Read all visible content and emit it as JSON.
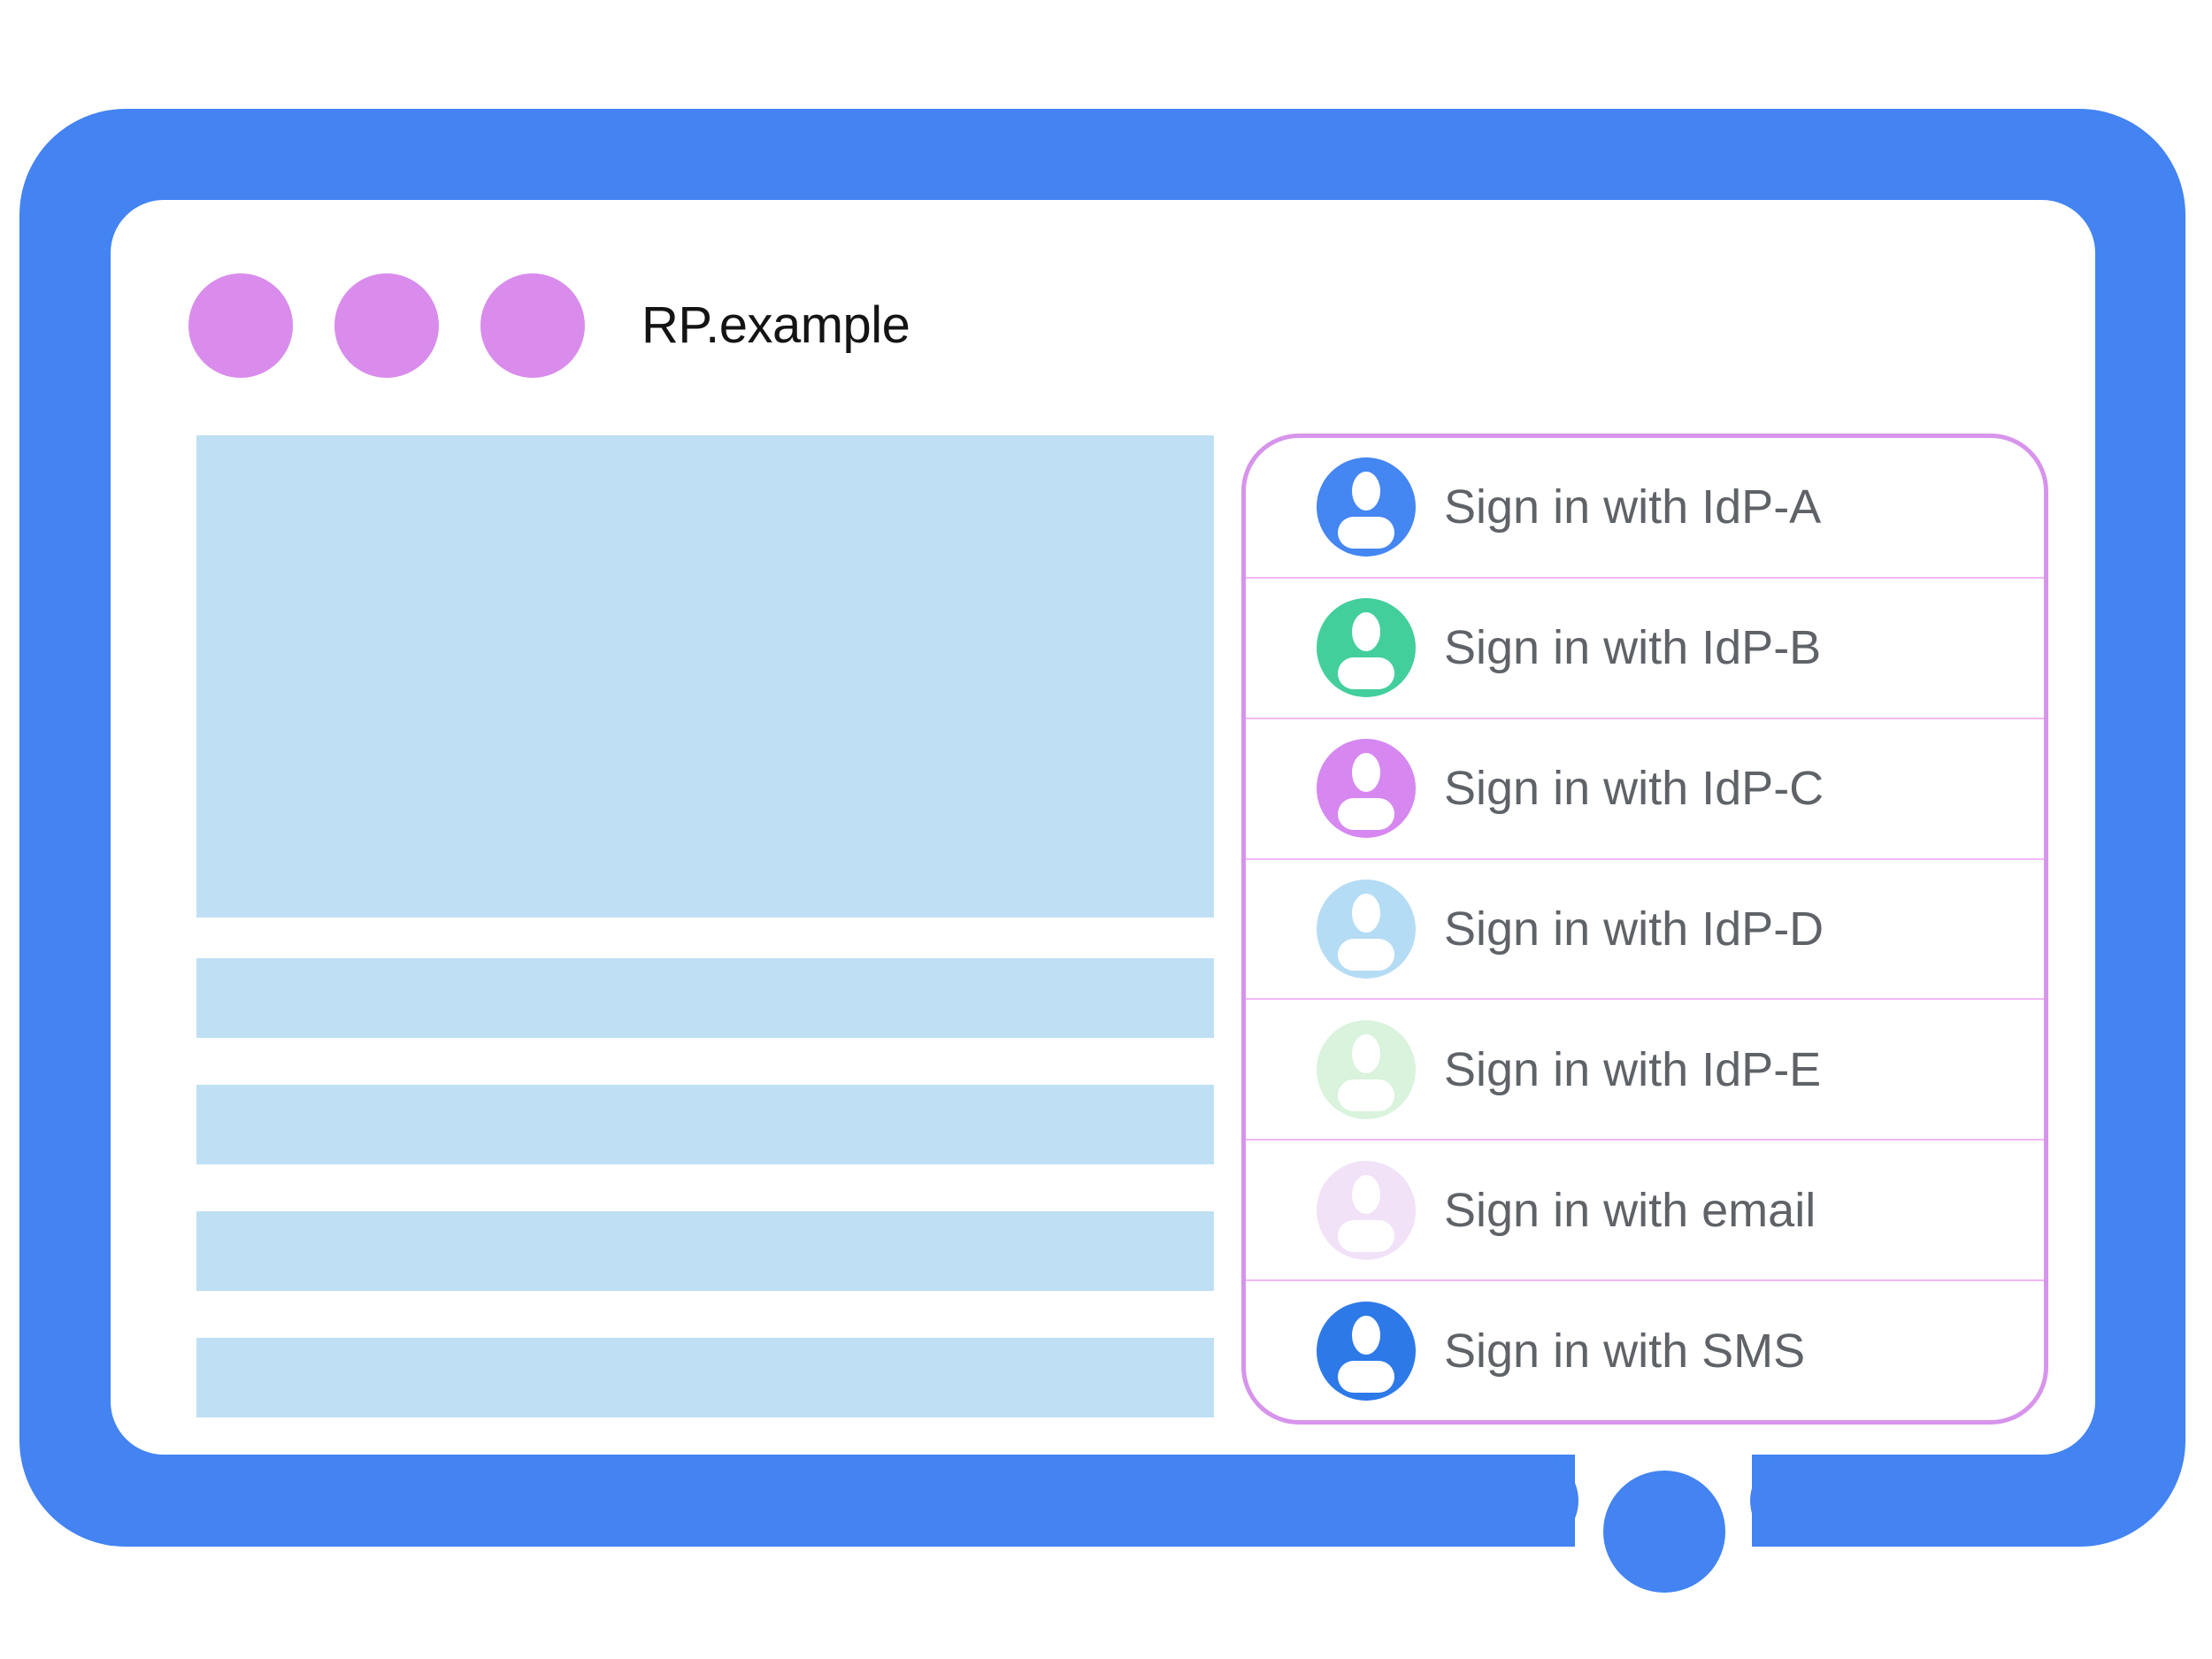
{
  "frame": {
    "color": "#4383F2",
    "home_button": "home-button"
  },
  "titlebar": {
    "site_title": "RP.example",
    "dot_color": "#D98CEC"
  },
  "content": {
    "placeholder_color": "#BFE0F4",
    "blocks": [
      "hero-block",
      "text-line",
      "text-line",
      "text-line",
      "text-line"
    ]
  },
  "signin_panel": {
    "border_color": "#D794EC",
    "divider_color": "#EFB9F5",
    "label_color": "#5F6368",
    "items": [
      {
        "label": "Sign in with IdP-A",
        "color": "#4486F2"
      },
      {
        "label": "Sign in with IdP-B",
        "color": "#43CF9C"
      },
      {
        "label": "Sign in with IdP-C",
        "color": "#D687F0"
      },
      {
        "label": "Sign in with IdP-D",
        "color": "#B5DCF5"
      },
      {
        "label": "Sign in with IdP-E",
        "color": "#D9F3DC"
      },
      {
        "label": "Sign in with email",
        "color": "#F1E2F8"
      },
      {
        "label": "Sign in with SMS",
        "color": "#2E79E8"
      }
    ]
  }
}
